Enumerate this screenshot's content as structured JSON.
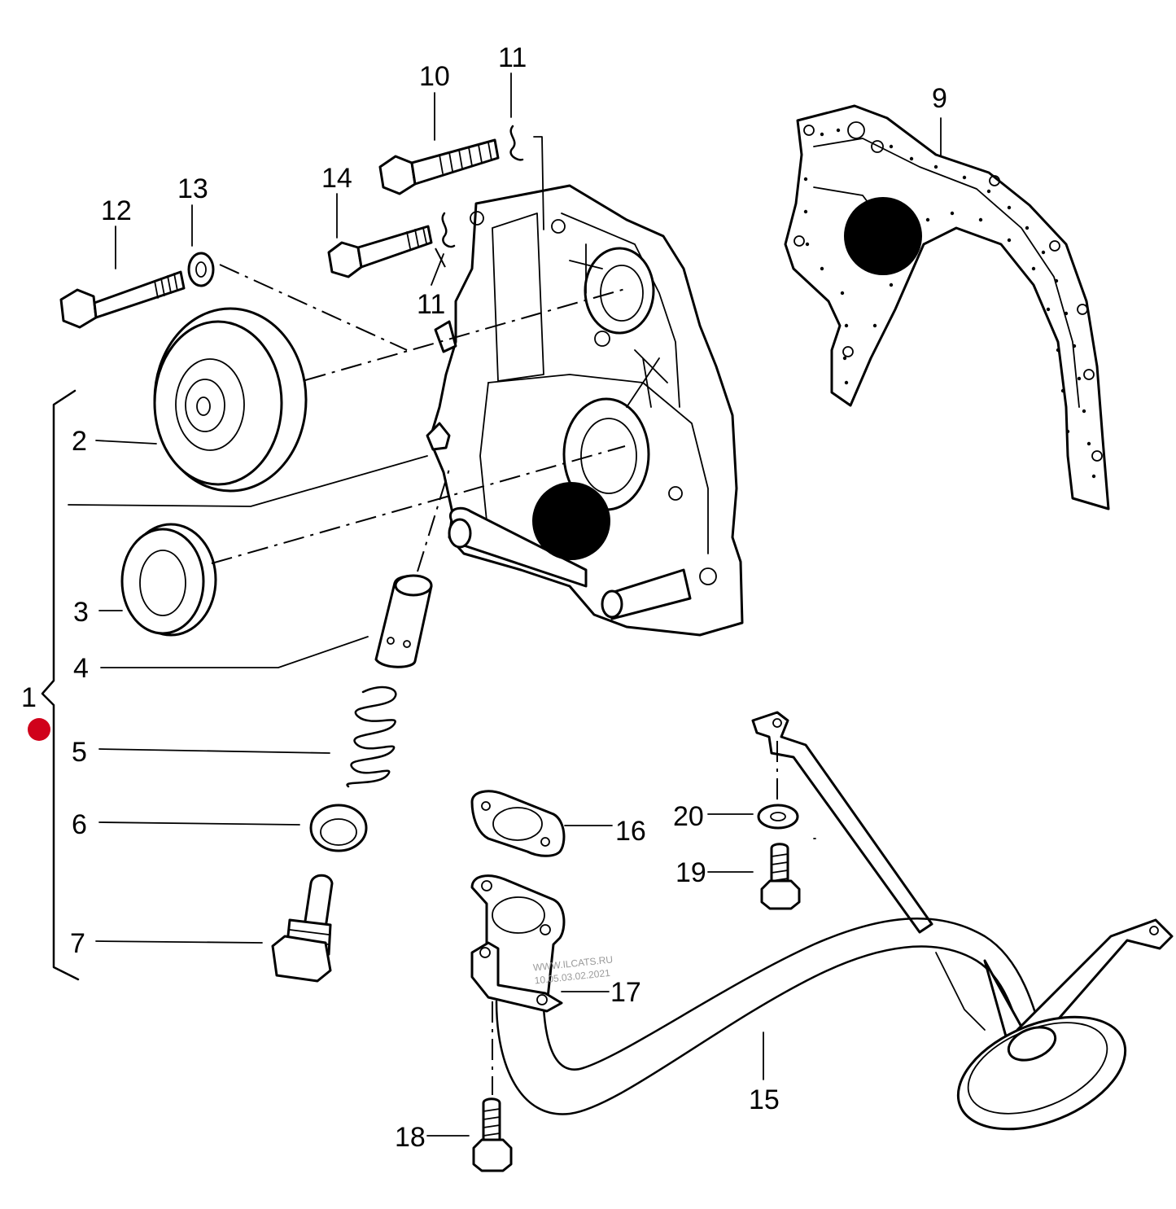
{
  "diagram": {
    "callouts": {
      "c1": "1",
      "c2": "2",
      "c3": "3",
      "c4": "4",
      "c5": "5",
      "c6": "6",
      "c7": "7",
      "c9": "9",
      "c10": "10",
      "c11a": "11",
      "c11b": "11",
      "c12": "12",
      "c13": "13",
      "c14": "14",
      "c15": "15",
      "c16": "16",
      "c17": "17",
      "c18": "18",
      "c19": "19",
      "c20": "20"
    },
    "watermark": {
      "line1": "WWW.ILCATS.RU",
      "line2": "10.05.03.02.2021"
    },
    "colors": {
      "ink": "#000000",
      "marker": "#d0021b",
      "background": "#ffffff"
    }
  }
}
